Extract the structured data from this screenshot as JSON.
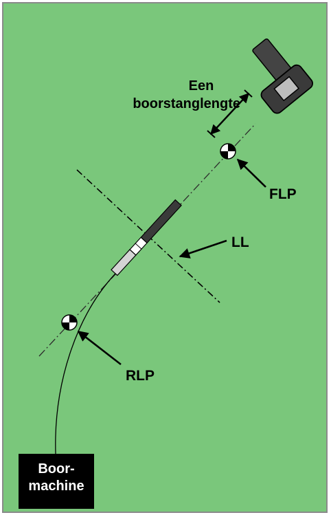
{
  "labels": {
    "length_line1": "Een",
    "length_line2": "boorstanglengte",
    "flp": "FLP",
    "ll": "LL",
    "rlp": "RLP",
    "machine_line1": "Boor-",
    "machine_line2": "machine"
  },
  "colors": {
    "field": "#7ac77b",
    "border": "#8a8a8a",
    "ink": "#000000",
    "rod": "#3a3a3a",
    "sonde": "#d0d0d0",
    "locator_body": "#444444",
    "locator_screen": "#bdbdbd"
  },
  "icons": [
    "locator-receiver-icon",
    "locate-point-icon",
    "drill-head-icon"
  ]
}
